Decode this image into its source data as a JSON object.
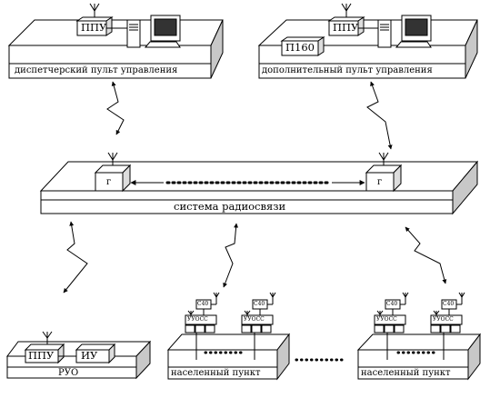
{
  "labels": {
    "dispatcher_console": "диспетчерский пульт управления",
    "additional_console": "дополнительный пульт управления",
    "radio_system": "система радиосвязи",
    "ruo": "РУО",
    "settlement_1": "населенный пункт",
    "settlement_2": "населенный пункт",
    "ppu_main": "ППУ",
    "ppu_additional": "ППУ",
    "p160": "П160",
    "ppu_ruo": "ППУ",
    "iu_ruo": "ИУ",
    "radio_left": "г",
    "radio_right": "г",
    "c40": "С40",
    "uo_cc": "УУОСС"
  },
  "icons": [
    "antenna-icon",
    "computer-icon",
    "radio-modem-icon",
    "lightning-link-icon",
    "loudspeaker-icon"
  ],
  "colors": {
    "stroke": "#000000",
    "face": "#ffffff",
    "shadow": "#c8c8c8"
  }
}
